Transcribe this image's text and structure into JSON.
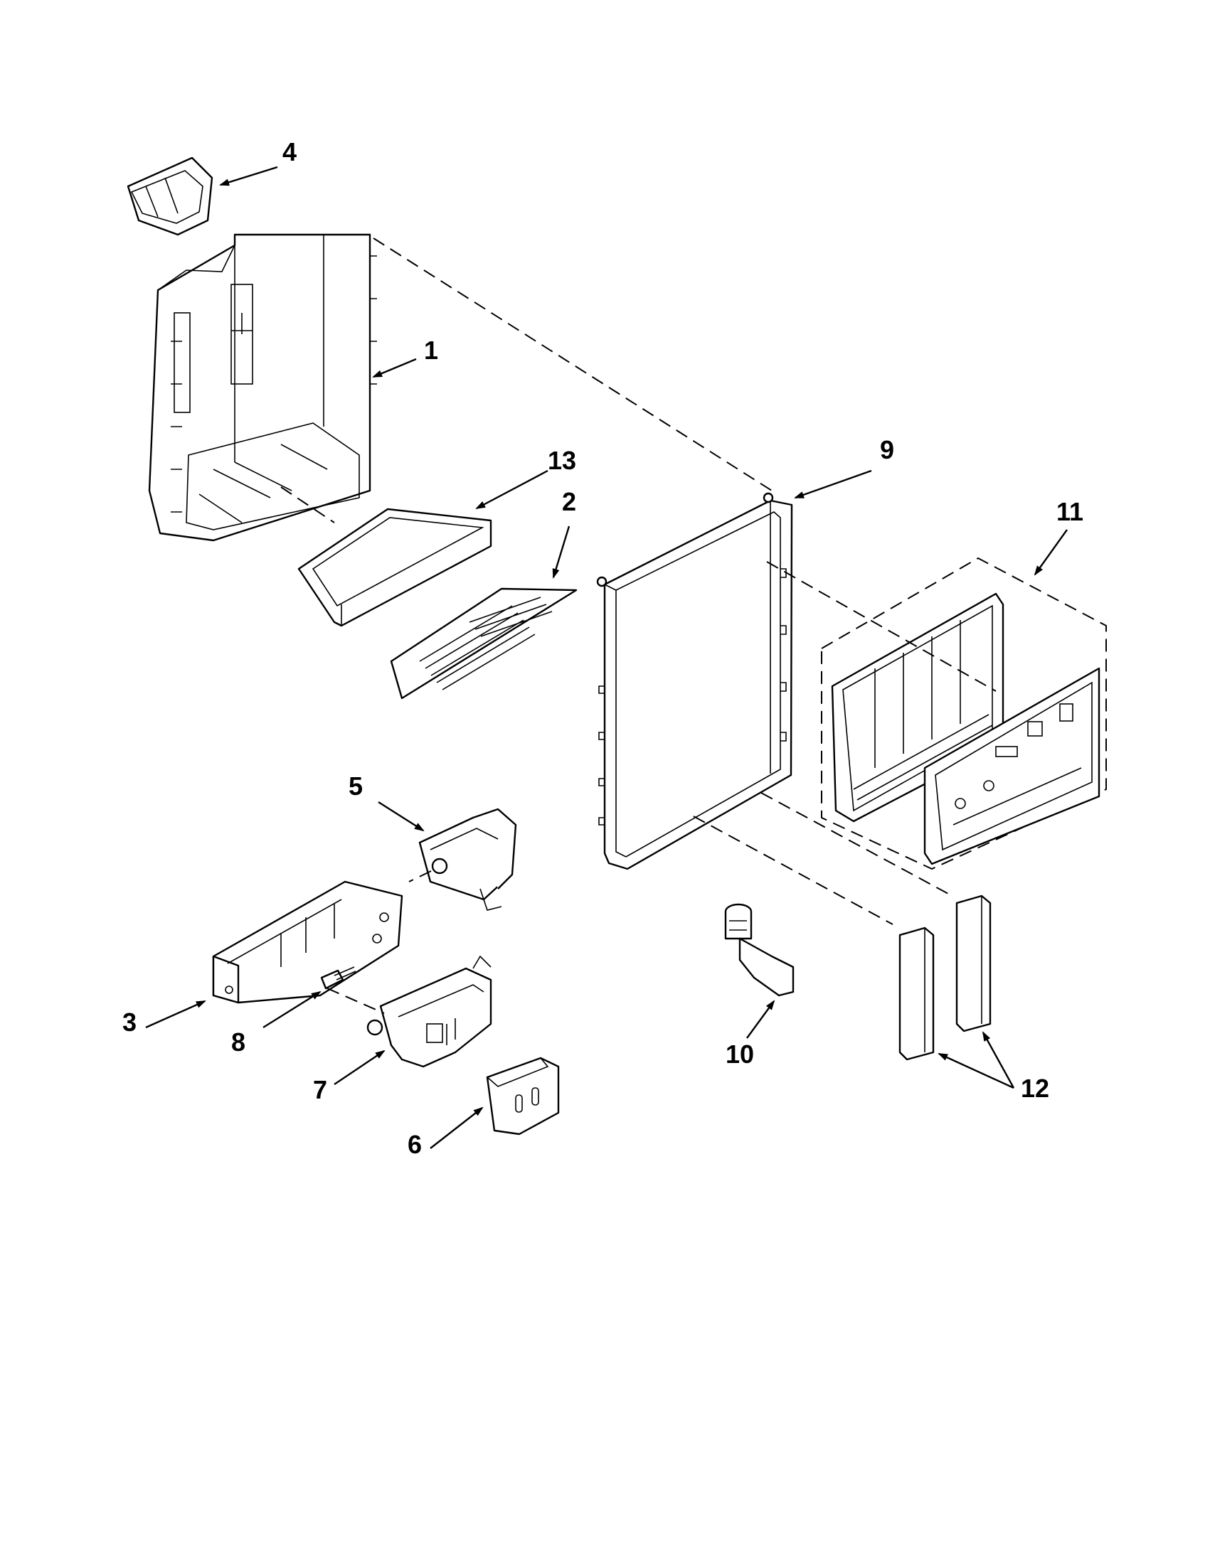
{
  "callouts": [
    {
      "id": "1",
      "label": "1"
    },
    {
      "id": "2",
      "label": "2"
    },
    {
      "id": "3",
      "label": "3"
    },
    {
      "id": "4",
      "label": "4"
    },
    {
      "id": "5",
      "label": "5"
    },
    {
      "id": "6",
      "label": "6"
    },
    {
      "id": "7",
      "label": "7"
    },
    {
      "id": "8",
      "label": "8"
    },
    {
      "id": "9",
      "label": "9"
    },
    {
      "id": "10",
      "label": "10"
    },
    {
      "id": "11",
      "label": "11"
    },
    {
      "id": "12",
      "label": "12"
    },
    {
      "id": "13",
      "label": "13"
    }
  ],
  "colors": {
    "line": "#000000",
    "background": "#ffffff",
    "shade": "#cfcfcf"
  }
}
